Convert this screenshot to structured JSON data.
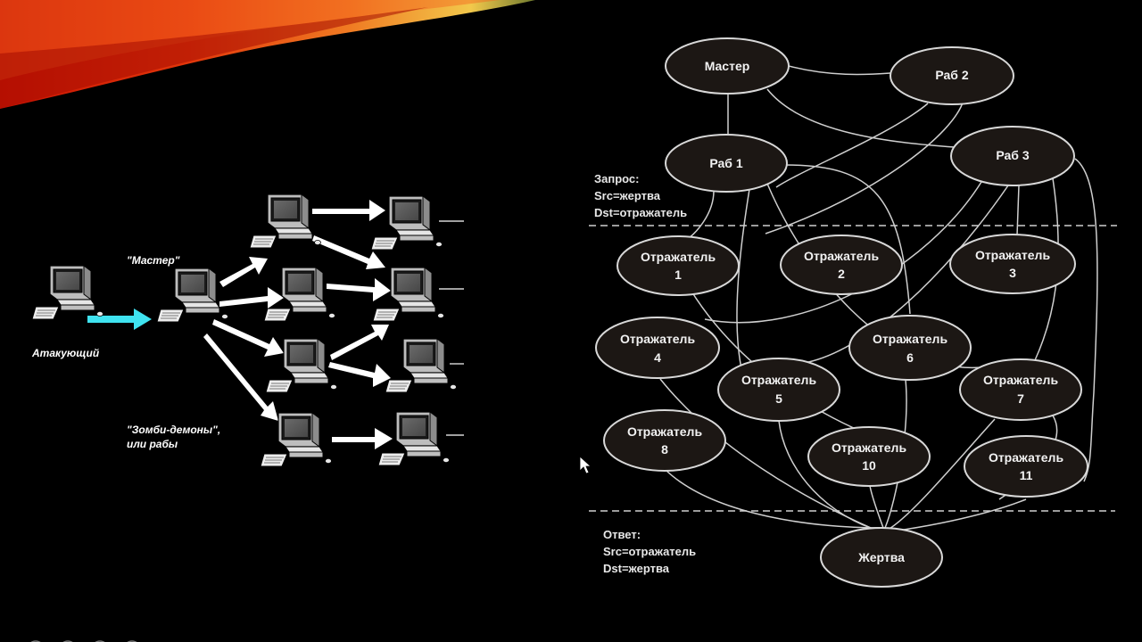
{
  "colors": {
    "background": "#000000",
    "banner_red": "#d81e05",
    "banner_orange": "#f5641e",
    "banner_yellow": "#f2c84b",
    "attack_arrow": "#3fe3f0",
    "node_fill": "#1c1714"
  },
  "left": {
    "master_label": "\"Мастер\"",
    "attacker_label": "Атакующий",
    "zombie_label_line1": "\"Зомби-демоны\",",
    "zombie_label_line2": "или рабы"
  },
  "right": {
    "request_line1": "Запрос:",
    "request_line2": "Src=жертва",
    "request_line3": "Dst=отражатель",
    "response_line1": "Ответ:",
    "response_line2": "Src=отражатель",
    "response_line3": "Dst=жертва",
    "nodes": {
      "master": "Мастер",
      "rab2": "Раб 2",
      "rab1": "Раб 1",
      "rab3": "Раб 3",
      "victim": "Жертва",
      "ref_word": "Отражатель",
      "r1": "1",
      "r2": "2",
      "r3": "3",
      "r4": "4",
      "r5": "5",
      "r6": "6",
      "r7": "7",
      "r8": "8",
      "r10": "10",
      "r11": "11"
    }
  }
}
